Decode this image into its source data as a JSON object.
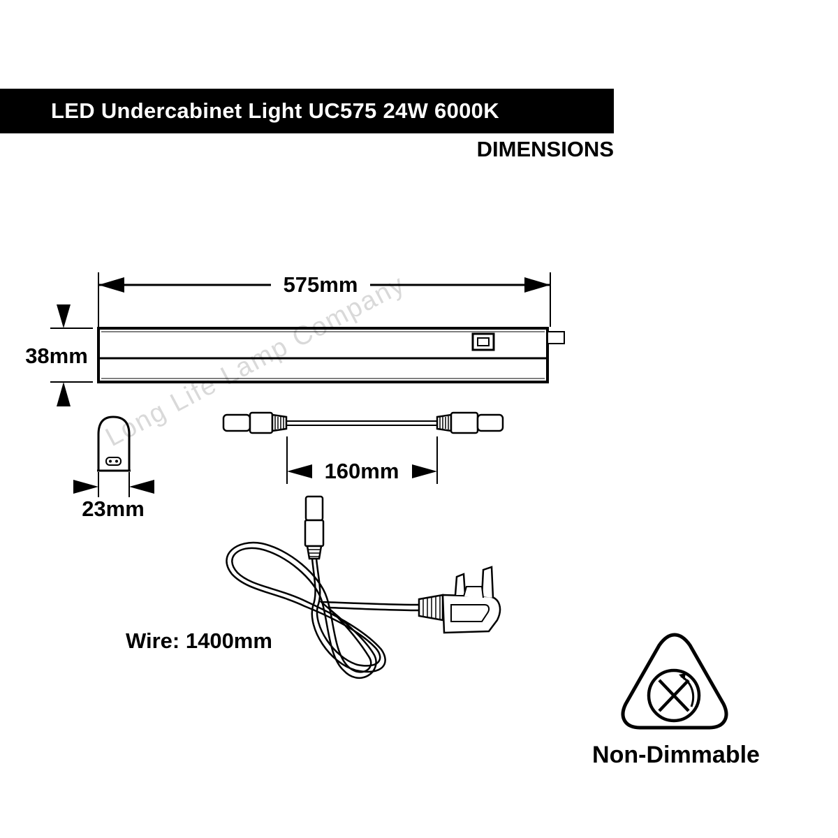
{
  "header": {
    "title": "LED Undercabinet Light UC575 24W 6000K",
    "subtitle": "DIMENSIONS"
  },
  "dimensions": {
    "length": "575mm",
    "height": "38mm",
    "width": "23mm",
    "connector": "160mm",
    "wire": "Wire: 1400mm"
  },
  "watermark": "Long Life Lamp Company",
  "badge": {
    "label": "Non-Dimmable",
    "icon": "non-dimmable-icon"
  },
  "colors": {
    "ink": "#000000",
    "background": "#ffffff",
    "watermark": "#d9d9d9"
  }
}
